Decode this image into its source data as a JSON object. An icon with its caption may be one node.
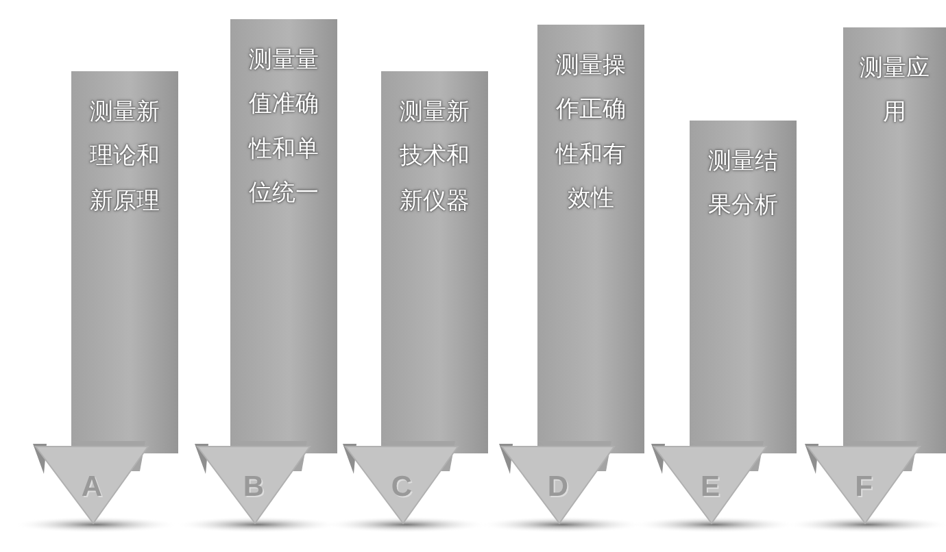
{
  "diagram": {
    "nodes": [
      {
        "text": [
          "测量新理论和新原理"
        ]
      },
      {
        "text": [
          "A"
        ]
      },
      {
        "text": [
          "测量量值准确性和单位统一"
        ]
      },
      {
        "text": [
          "B"
        ]
      },
      {
        "text": [
          "测量新技术和新仪器"
        ]
      },
      {
        "text": [
          "C"
        ]
      },
      {
        "text": [
          "测量操作正确性和有效性"
        ]
      },
      {
        "text": [
          "D"
        ]
      },
      {
        "text": [
          "测量结果分析"
        ]
      },
      {
        "text": [
          "E"
        ]
      },
      {
        "text": [
          "测量应用"
        ]
      },
      {
        "text": [
          "F"
        ]
      }
    ]
  }
}
